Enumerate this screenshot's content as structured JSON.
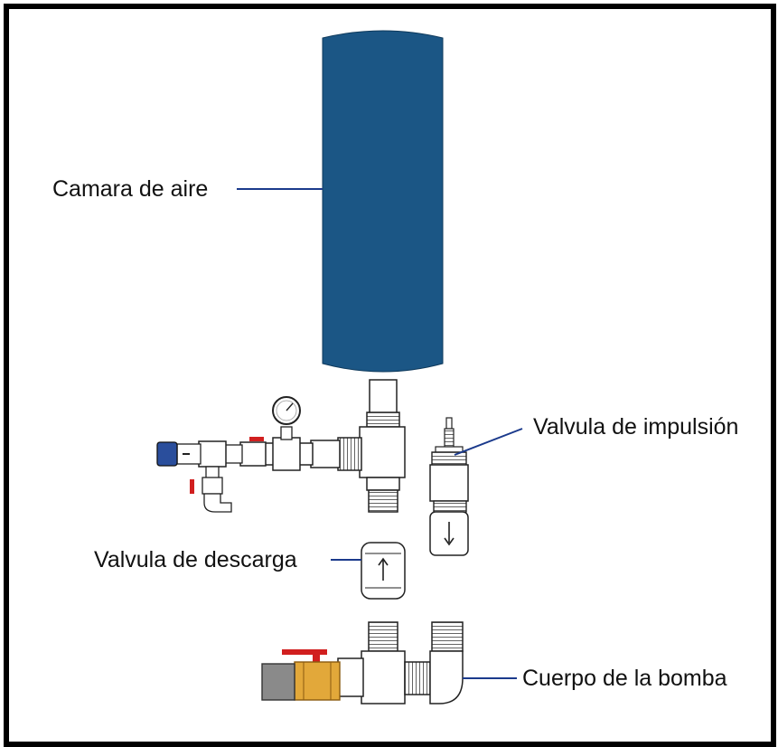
{
  "labels": {
    "air_chamber": "Camara de aire",
    "impulse_valve": "Valvula de impulsión",
    "discharge_valve": "Valvula de descarga",
    "pump_body": "Cuerpo de la bomba"
  },
  "colors": {
    "tank": "#1b5685",
    "leader_line": "#1b3a8c",
    "frame": "#000000",
    "pipe_fill": "#ffffff",
    "pipe_stroke": "#222222",
    "brass": "#e2a83a",
    "handle_red": "#d11f1f",
    "cap_blue": "#2a4e9c",
    "grey_fitting": "#8a8a8a"
  },
  "icons": {
    "gauge": "pressure-gauge-icon",
    "up_arrow": "arrow-up-icon",
    "down_arrow": "arrow-down-icon"
  }
}
